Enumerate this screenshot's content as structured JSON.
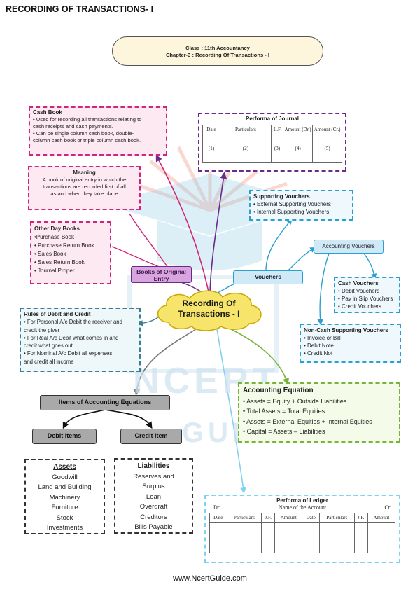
{
  "page_title": "RECORDING OF TRANSACTIONS- I",
  "class_box": {
    "line1": "Class : 11th Accountancy",
    "line2": "Chapter-3 : Recording Of Transactions - I"
  },
  "center_node": {
    "line1": "Recording Of",
    "line2": "Transactions - I"
  },
  "cash_book": {
    "title": "Cash Book",
    "lines": [
      "• Used for recording all transactions relating to",
      "cash receipts and cash payments.",
      "• Can be single column cash book, double-",
      "column cash book or triple column cash book."
    ]
  },
  "meaning": {
    "title": "Meaning",
    "lines": [
      "A book of original entry in which the",
      "transactions are recorded first  of all",
      "as and when they take place"
    ]
  },
  "other_day_books": {
    "title": "Other Day Books",
    "items": [
      "•Purchase Book",
      "• Purchase Return Book",
      "• Sales Book",
      "• Sales Return Book",
      "• Journal Proper"
    ]
  },
  "books_node": {
    "line1": "Books of Original",
    "line2": "Entry"
  },
  "journal": {
    "title": "Performa of Journal",
    "headers": [
      "Date",
      "Particulars",
      "L.F",
      "Amount (Dr.)",
      "Amount (Cr.)"
    ],
    "row": [
      "(1)",
      "(2)",
      "(3)",
      "(4)",
      "(5)"
    ]
  },
  "supporting": {
    "title": "Supporting Vouchers",
    "items": [
      "• External Supporting Vouchers",
      "• Internal Supporting Vouchers"
    ]
  },
  "accounting_vouchers": "Accounting Vouchers",
  "vouchers_node": "Vouchers",
  "cash_vouchers": {
    "title": "Cash Vouchers",
    "items": [
      "• Debit Vouchers",
      "• Pay in Slip Vouchers",
      "• Credit Vouchers"
    ]
  },
  "noncash": {
    "title": "Non-Cash Supporting Vouchers",
    "items": [
      "• Invoice or Bill",
      "• Debit Note",
      "• Credit Not"
    ]
  },
  "rules": {
    "title": "Rules of Debit and Credit",
    "lines": [
      "• For Personal A/c Debit the receiver and",
      "credit the giver",
      "• For Real A/c Debit what comes in and",
      "credit what goes out",
      "• For Nominal A/c  Debit all expenses",
      "and  credit all income"
    ]
  },
  "equation": {
    "title": "Accounting Equation",
    "lines": [
      "• Assets = Equity + Outside Liabilities",
      "• Total Assets = Total Equities",
      "• Assets = External Equities + Internal Equities",
      "• Capital = Assets – Liabilities"
    ]
  },
  "items_node": "Items of Accounting Equations",
  "debit_node": "Debit Items",
  "credit_node": "Credit item",
  "assets": {
    "title": "Assets",
    "items": [
      "Goodwill",
      "Land and Building",
      "Machinery",
      "Furniture",
      "Stock",
      "Investments"
    ]
  },
  "liabilities": {
    "title": "Liabilities",
    "items": [
      "Reserves and",
      "Surplus",
      "Loan",
      "Overdraft",
      "Creditors",
      "Bills Payable"
    ]
  },
  "ledger": {
    "title": "Performa of Ledger",
    "dr": "Dr.",
    "name": "Name of the Account",
    "cr": "Cr.",
    "headers": [
      "Date",
      "Particulars",
      "J.F.",
      "Amount",
      "Date",
      "Particulars",
      "J.F.",
      "Amount"
    ]
  },
  "watermark": {
    "line1": "NCERT",
    "line2": "GUIDE"
  },
  "footer": "www.NcertGuide.com",
  "colors": {
    "pink": "#d0267a",
    "purple": "#6a2a8a",
    "cyan": "#2a9fd0",
    "green": "#7ab33a",
    "center": "#f7e46a"
  }
}
